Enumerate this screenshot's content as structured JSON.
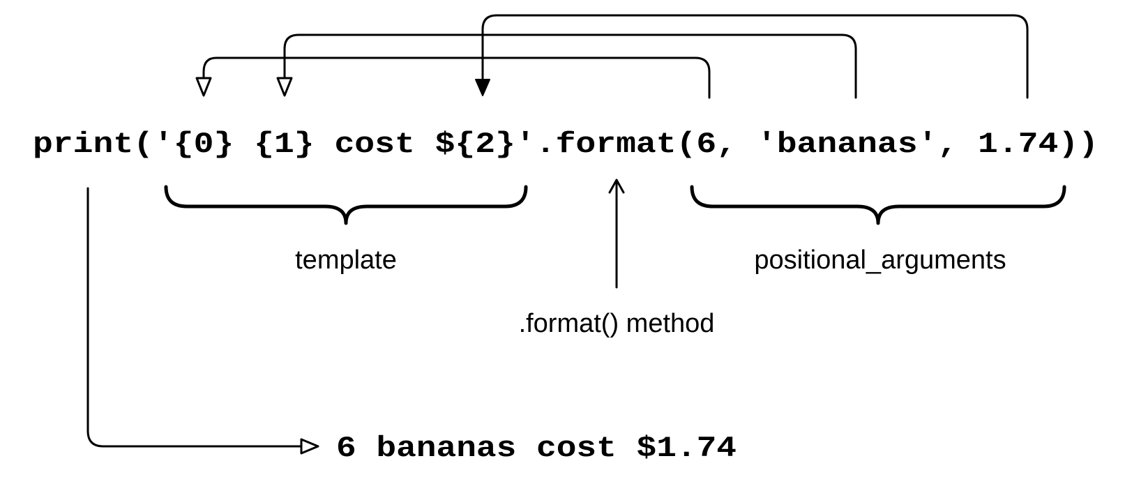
{
  "code": {
    "statement": "print('{0} {1} cost ${2}'.format(6, 'bananas', 1.74))"
  },
  "labels": {
    "template": "template",
    "format_method": ".format() method",
    "positional_arguments": "positional_arguments"
  },
  "output": {
    "result": "6 bananas cost $1.74"
  },
  "arrows": [
    {
      "from": "6",
      "to": "{0}"
    },
    {
      "from": "'bananas'",
      "to": "{1}"
    },
    {
      "from": "1.74",
      "to": "{2}"
    }
  ]
}
